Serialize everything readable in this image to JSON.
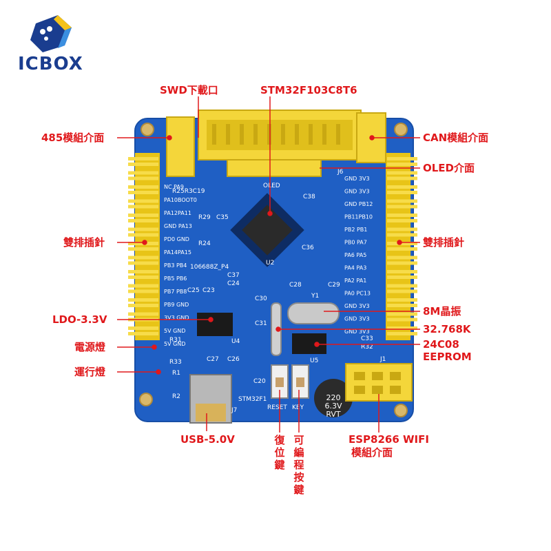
{
  "brand": {
    "name": "ICBOX"
  },
  "callouts": {
    "swd": "SWD下載口",
    "mcu": "STM32F103C8T6",
    "rs485": "485模組介面",
    "can": "CAN模組介面",
    "oled": "OLED介面",
    "header_left": "雙排插針",
    "header_right": "雙排插針",
    "crystal_8m": "8M晶振",
    "ldo": "LDO-3.3V",
    "crystal_32k": "32.768K",
    "power_led": "電源燈",
    "eeprom_1": "24C08",
    "eeprom_2": "EEPROM",
    "run_led": "運行燈",
    "usb": "USB-5.0V",
    "reset_btn": "復位鍵",
    "prog_btn": "可編程按鍵",
    "wifi_1": "ESP8266 WIFI",
    "wifi_2": "模組介面"
  },
  "silkscreen": {
    "chip_u2": "U2",
    "oled": "OLED",
    "cap_c38": "C38",
    "cap_c36": "C36",
    "cap_c28": "C28",
    "cap_c29": "C29",
    "cap_c30": "C30",
    "cap_c31": "C31",
    "crystal_y1": "Y1",
    "u5": "U5",
    "u4": "U4",
    "board_id": "106688Z_P4",
    "reset": "RESET",
    "key": "KEY",
    "brand_tag": "STM32F1",
    "j7": "J7",
    "j1": "J1",
    "j6": "J6",
    "cap_value": "220",
    "cap_voltage": "6.3V",
    "cap_series": "RVT",
    "c20": "C20",
    "r29": "R29",
    "c35": "C35",
    "r24": "R24",
    "c37": "C37",
    "c24": "C24",
    "c25": "C25",
    "c23": "C23",
    "r31": "R31",
    "r33": "R33",
    "c27": "C27",
    "c26": "C26",
    "r1": "R1",
    "r2": "R2",
    "c33": "C33",
    "r32": "R32",
    "r25": "R25R3C19"
  },
  "pins_left": [
    "NC PA9",
    "PA10BOOT0",
    "PA12PA11",
    "GND PA13",
    "PD0 GND",
    "PA14PA15",
    "PB3 PB4",
    "PB5 PB6",
    "PB7 PB8",
    "PB9 GND",
    "3V3 GND",
    "5V GND",
    "5V GND"
  ],
  "pins_right": [
    "GND 3V3",
    "GND 3V3",
    "GND PB12",
    "PB11PB10",
    "PB2 PB1",
    "PB0 PA7",
    "PA6 PA5",
    "PA4 PA3",
    "PA2 PA1",
    "PA0 PC13",
    "GND 3V3",
    "GND 3V3",
    "GND 3V3"
  ],
  "colors": {
    "pcb": "#1f5fc4",
    "header": "#f3d11a",
    "callout": "#e0181b",
    "logo": "#1a3d8f"
  }
}
